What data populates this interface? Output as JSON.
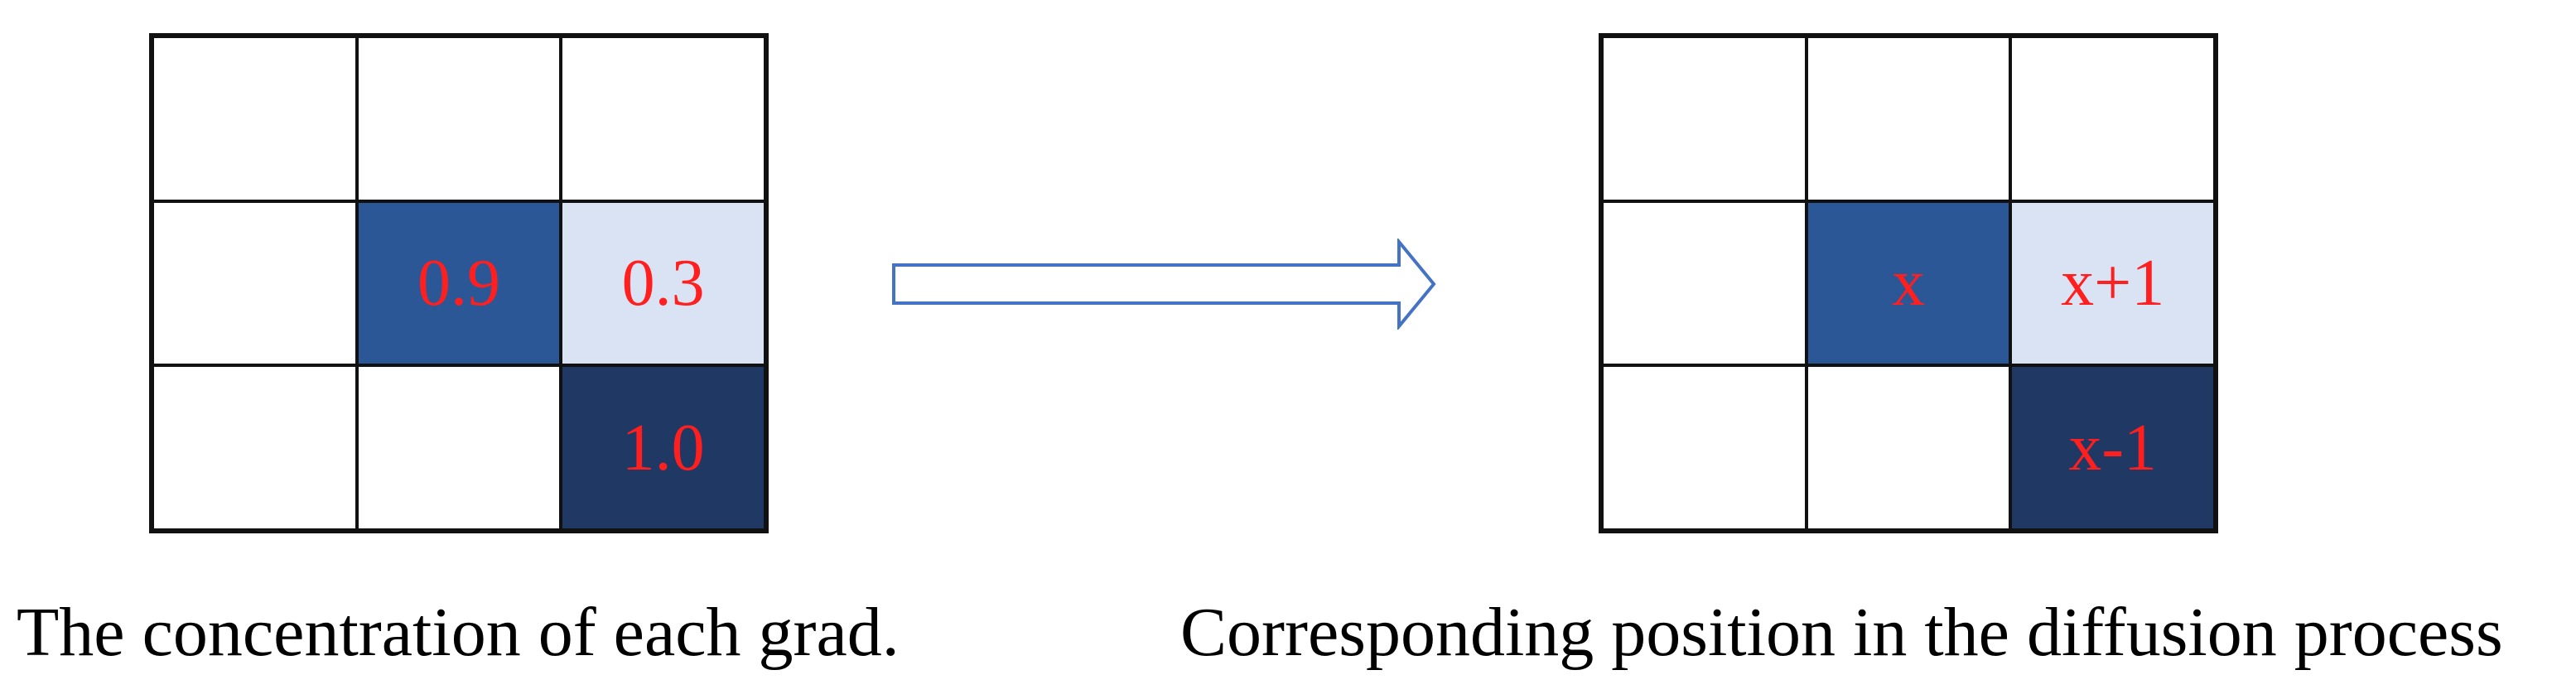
{
  "colors": {
    "empty": "#ffffff",
    "medium_blue": "#2b5797",
    "light_blue": "#dae3f3",
    "dark_navy": "#1f3864",
    "value_text": "#ff1f1f",
    "arrow_outline": "#4472c4"
  },
  "left_grid": {
    "cells": [
      {
        "text": "",
        "fill": "empty"
      },
      {
        "text": "",
        "fill": "empty"
      },
      {
        "text": "",
        "fill": "empty"
      },
      {
        "text": "",
        "fill": "empty"
      },
      {
        "text": "0.9",
        "fill": "medium_blue"
      },
      {
        "text": "0.3",
        "fill": "light_blue"
      },
      {
        "text": "",
        "fill": "empty"
      },
      {
        "text": "",
        "fill": "empty"
      },
      {
        "text": "1.0",
        "fill": "dark_navy"
      }
    ],
    "caption": "The concentration of each grad."
  },
  "right_grid": {
    "cells": [
      {
        "text": "",
        "fill": "empty"
      },
      {
        "text": "",
        "fill": "empty"
      },
      {
        "text": "",
        "fill": "empty"
      },
      {
        "text": "",
        "fill": "empty"
      },
      {
        "text": "x",
        "fill": "medium_blue"
      },
      {
        "text": "x+1",
        "fill": "light_blue"
      },
      {
        "text": "",
        "fill": "empty"
      },
      {
        "text": "",
        "fill": "empty"
      },
      {
        "text": "x-1",
        "fill": "dark_navy"
      }
    ],
    "caption": "Corresponding position in the diffusion process"
  },
  "arrow": {
    "icon": "right-arrow-icon"
  }
}
